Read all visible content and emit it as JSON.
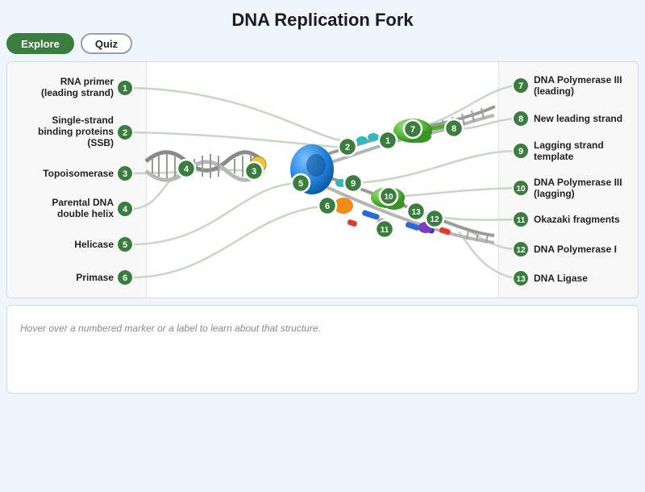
{
  "title": "DNA Replication Fork",
  "modes": {
    "explore": "Explore",
    "quiz": "Quiz"
  },
  "labels_left": [
    {
      "num": "1",
      "text": "RNA primer (leading strand)",
      "lines": [
        "RNA primer",
        "(leading strand)"
      ]
    },
    {
      "num": "2",
      "text": "Single-strand binding proteins (SSB)",
      "lines": [
        "Single-strand",
        "binding proteins",
        "(SSB)"
      ]
    },
    {
      "num": "3",
      "text": "Topoisomerase",
      "lines": [
        "Topoisomerase"
      ]
    },
    {
      "num": "4",
      "text": "Parental DNA double helix",
      "lines": [
        "Parental DNA",
        "double helix"
      ]
    },
    {
      "num": "5",
      "text": "Helicase",
      "lines": [
        "Helicase"
      ]
    },
    {
      "num": "6",
      "text": "Primase",
      "lines": [
        "Primase"
      ]
    }
  ],
  "labels_right": [
    {
      "num": "7",
      "text": "DNA Polymerase III (leading)",
      "lines": [
        "DNA Polymerase III",
        "(leading)"
      ]
    },
    {
      "num": "8",
      "text": "New leading strand",
      "lines": [
        "New leading strand"
      ]
    },
    {
      "num": "9",
      "text": "Lagging strand template",
      "lines": [
        "Lagging strand",
        "template"
      ]
    },
    {
      "num": "10",
      "text": "DNA Polymerase III (lagging)",
      "lines": [
        "DNA Polymerase III",
        "(lagging)"
      ]
    },
    {
      "num": "11",
      "text": "Okazaki fragments",
      "lines": [
        "Okazaki fragments"
      ]
    },
    {
      "num": "12",
      "text": "DNA Polymerase I",
      "lines": [
        "DNA Polymerase I"
      ]
    },
    {
      "num": "13",
      "text": "DNA Ligase",
      "lines": [
        "DNA Ligase"
      ]
    }
  ],
  "markers": [
    "1",
    "2",
    "3",
    "4",
    "5",
    "6",
    "7",
    "8",
    "9",
    "10",
    "11",
    "12",
    "13"
  ],
  "hint": "Hover over a numbered marker or a label to learn about that structure.",
  "colors": {
    "badge": "#3a7d3e",
    "leader_line": "#c5d8c0",
    "helicase": "#1e7fd8",
    "polymerase": "#4bb02e",
    "ssb": "#2fb7c2",
    "primase": "#f28c18",
    "topoisomerase": "#f0c43a",
    "primer": "#e43a2e",
    "okazaki": "#2a6ad8",
    "ligase": "#7a3fc0",
    "pol1": "#e24aa6"
  }
}
